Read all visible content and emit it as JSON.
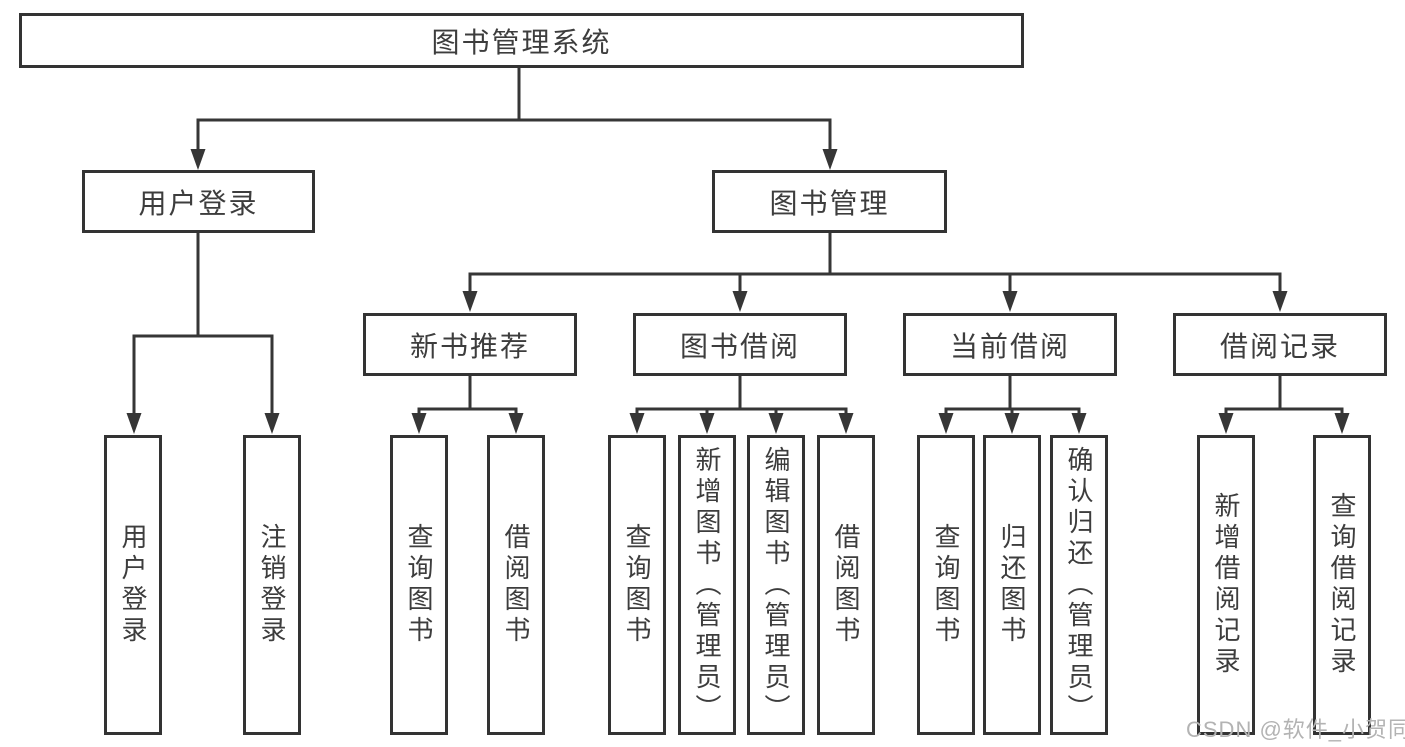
{
  "tree": {
    "root_label": "图书管理系统",
    "user_branch": {
      "label": "用户登录",
      "leaves": [
        "用户登录",
        "注销登录"
      ]
    },
    "mgmt_branch": {
      "label": "图书管理",
      "sections": [
        {
          "label": "新书推荐",
          "leaves": [
            "查询图书",
            "借阅图书"
          ]
        },
        {
          "label": "图书借阅",
          "leaves": [
            "查询图书",
            "新增图书（管理员）",
            "编辑图书（管理员）",
            "借阅图书"
          ]
        },
        {
          "label": "当前借阅",
          "leaves": [
            "查询图书",
            "归还图书",
            "确认归还（管理员）"
          ]
        },
        {
          "label": "借阅记录",
          "leaves": [
            "新增借阅记录",
            "查询借阅记录"
          ]
        }
      ]
    }
  },
  "watermark": "CSDN @软件_小贺同学",
  "colors": {
    "line": "#363636",
    "border": "#333333",
    "text": "#3d3d3d",
    "watermark": "#b3b3b3",
    "background": "#ffffff"
  }
}
